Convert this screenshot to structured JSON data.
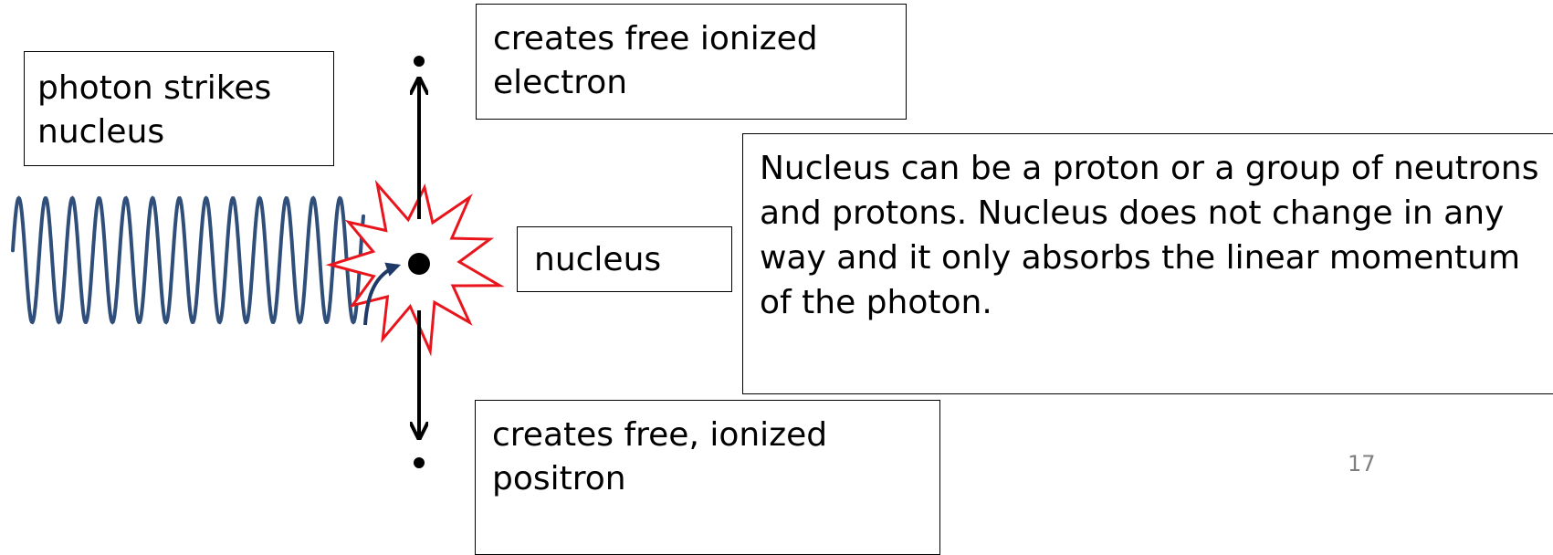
{
  "labels": {
    "photon_strikes": "photon strikes nucleus",
    "electron": "creates free ionized electron",
    "nucleus": "nucleus",
    "note": "Nucleus can be a proton or a group of neutrons and protons. Nucleus does not change in any way and it only absorbs the linear momentum of the photon.",
    "positron": "creates free, ionized positron"
  },
  "page_number": "17",
  "colors": {
    "wave": "#2f4f7a",
    "burst_outline": "#e8151c",
    "arrow_in": "#1f3a66",
    "nucleus": "#000000"
  }
}
